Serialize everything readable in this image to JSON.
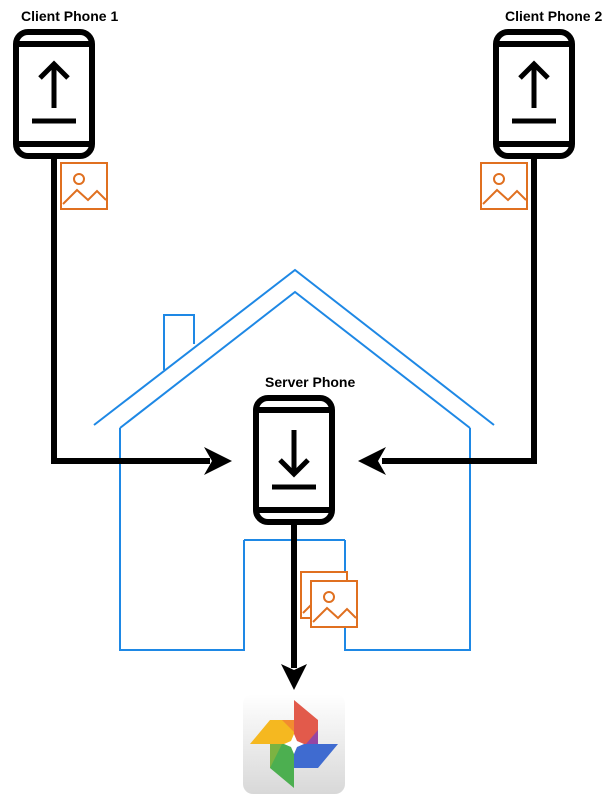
{
  "labels": {
    "client1": "Client Phone 1",
    "client2": "Client Phone 2",
    "server": "Server Phone"
  },
  "colors": {
    "house": "#1e88e5",
    "photo_icon": "#e07020",
    "phone": "#000000",
    "arrow": "#000000"
  },
  "icons": {
    "client_phone": "upload-phone-icon",
    "server_phone": "download-phone-icon",
    "photo": "image-icon",
    "destination": "google-photos-icon"
  }
}
